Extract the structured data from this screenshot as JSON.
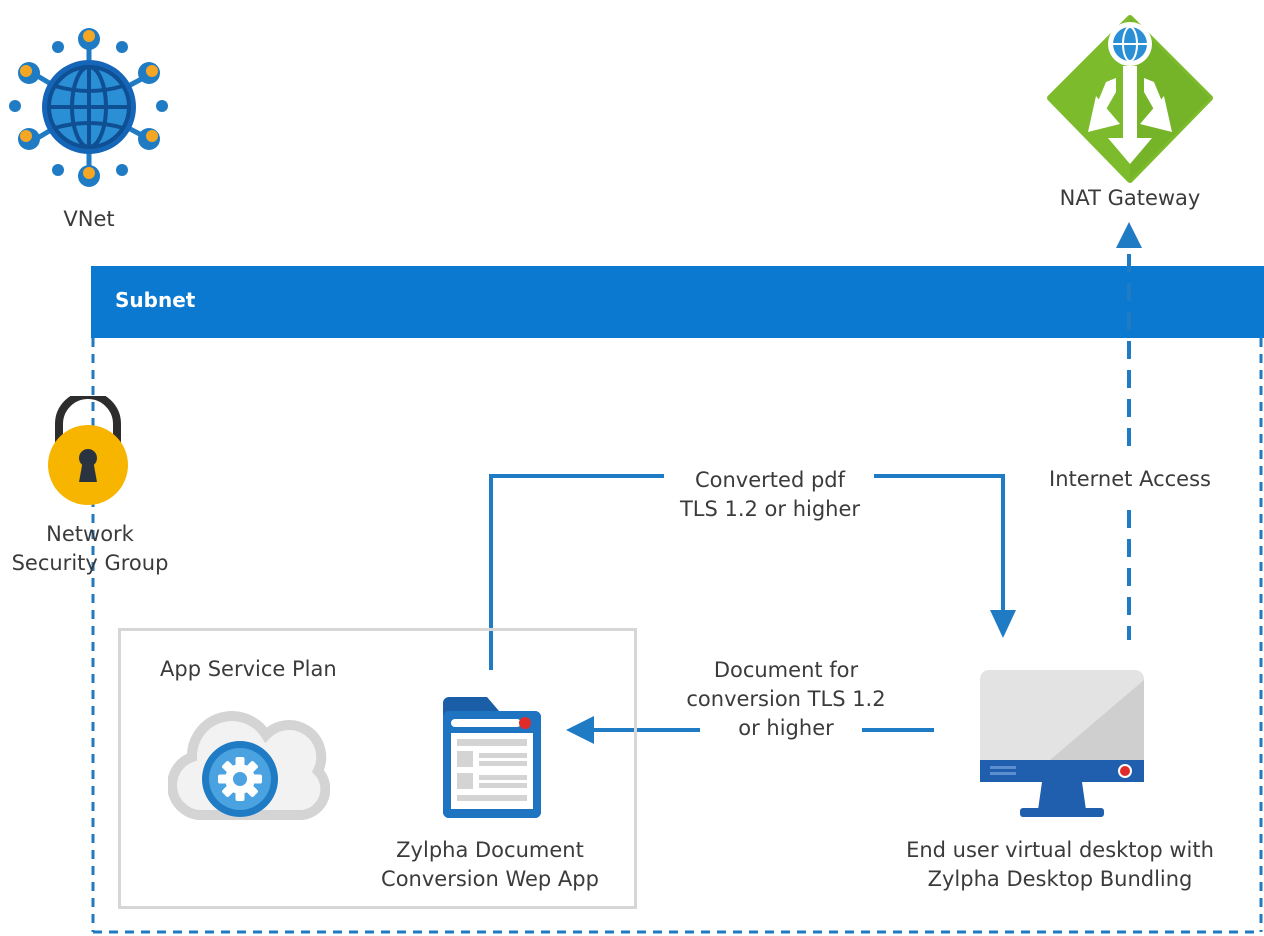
{
  "vnet": {
    "label": "VNet",
    "icon": "vnet-globe-icon"
  },
  "nat_gateway": {
    "label": "NAT Gateway",
    "icon": "nat-gateway-icon"
  },
  "subnet": {
    "title": "Subnet"
  },
  "nsg": {
    "label_line1": "Network",
    "label_line2": "Security Group",
    "icon": "padlock-icon"
  },
  "app_service_plan": {
    "title": "App Service Plan",
    "icon": "cloud-gear-icon"
  },
  "web_app": {
    "label_line1": "Zylpha Document",
    "label_line2": "Conversion Wep App",
    "icon": "web-app-window-icon"
  },
  "desktop": {
    "label_line1": "End user virtual desktop with",
    "label_line2": "Zylpha Desktop Bundling",
    "icon": "monitor-icon"
  },
  "flows": {
    "converted": {
      "line1": "Converted pdf",
      "line2": "TLS 1.2 or higher"
    },
    "document": {
      "line1": "Document for",
      "line2": "conversion TLS 1.2",
      "line3": "or higher"
    },
    "internet": {
      "label": "Internet Access"
    }
  },
  "colors": {
    "accent_blue": "#0b79cf",
    "arrow_blue": "#1f7bc4",
    "nat_green": "#7cbb2b",
    "lock_yellow": "#f7b500",
    "plan_border": "#d6d6d6"
  }
}
